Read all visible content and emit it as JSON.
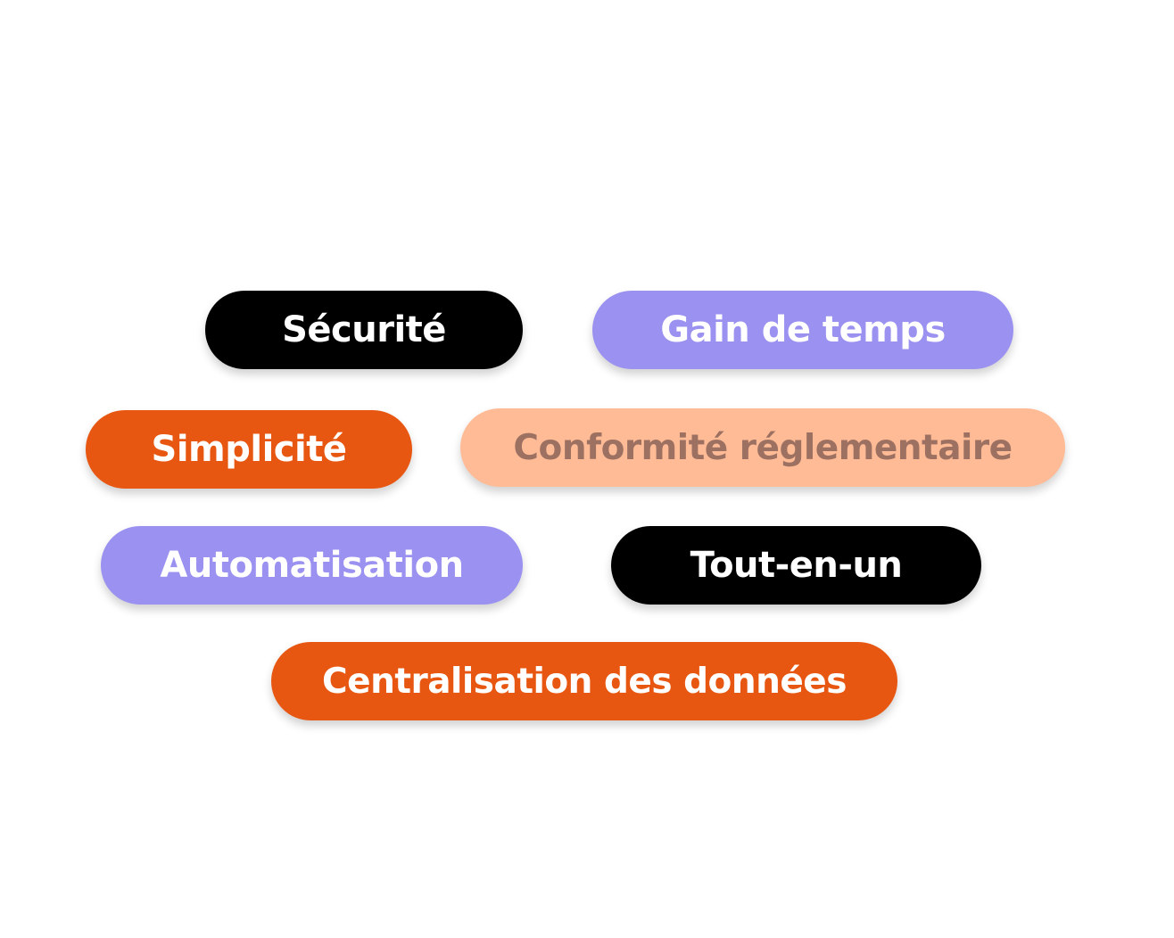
{
  "tags": {
    "securite": {
      "label": "Sécurité"
    },
    "gain_de_temps": {
      "label": "Gain de temps"
    },
    "simplicite": {
      "label": "Simplicité"
    },
    "conformite": {
      "label": "Conformité réglementaire"
    },
    "automatisation": {
      "label": "Automatisation"
    },
    "tout_en_un": {
      "label": "Tout-en-un"
    },
    "centralisation": {
      "label": "Centralisation des données"
    }
  },
  "colors": {
    "black": "#000000",
    "purple": "#9a91f0",
    "orange": "#e85711",
    "peach": "#ffbb96",
    "peach_text": "#9d7161",
    "background": "#ffffff"
  }
}
